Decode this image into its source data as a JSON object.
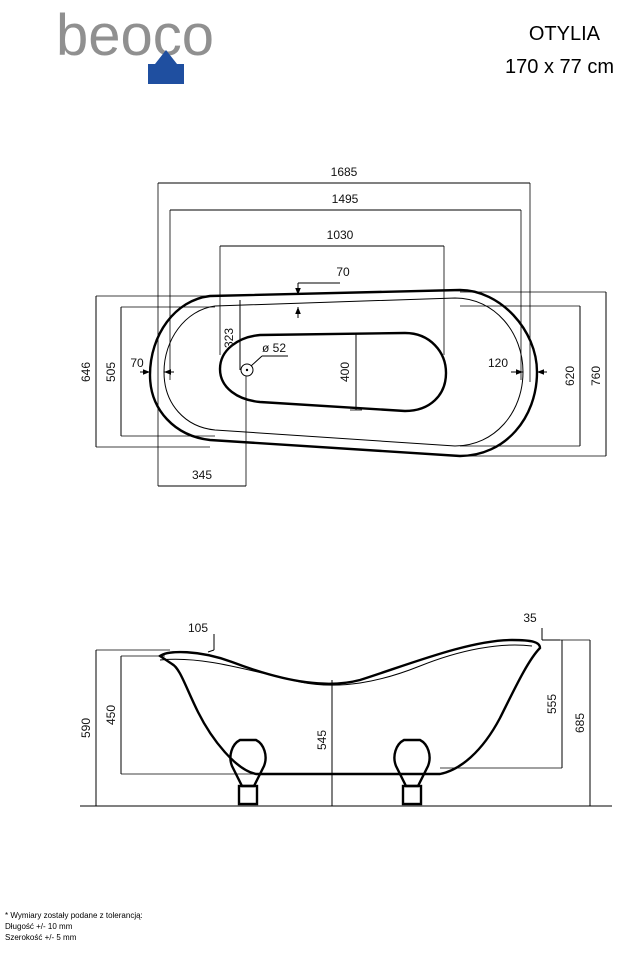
{
  "brand": {
    "logo_text": "beoco",
    "accent_color": "#1f4fa0",
    "gray_color": "#909090"
  },
  "product": {
    "name": "OTYLIA",
    "size": "170 x 77 cm"
  },
  "top_view": {
    "dims": {
      "overall_length": "1685",
      "inner_length": "1495",
      "basin_length": "1030",
      "rim_top": "70",
      "rim_left": "70",
      "rim_right": "120",
      "width_646": "646",
      "width_505": "505",
      "drain_offset_323": "323",
      "drain_diameter": "ø 52",
      "basin_width": "400",
      "width_620": "620",
      "width_760": "760",
      "drain_from_edge": "345"
    }
  },
  "side_view": {
    "dims": {
      "rim_105": "105",
      "rim_35": "35",
      "height_590": "590",
      "height_450": "450",
      "depth_545": "545",
      "height_555": "555",
      "height_685": "685"
    }
  },
  "notes": {
    "line1": "* Wymiary zostały podane z tolerancją:",
    "line2": "Długość +/- 10 mm",
    "line3": "Szerokość +/- 5 mm"
  }
}
